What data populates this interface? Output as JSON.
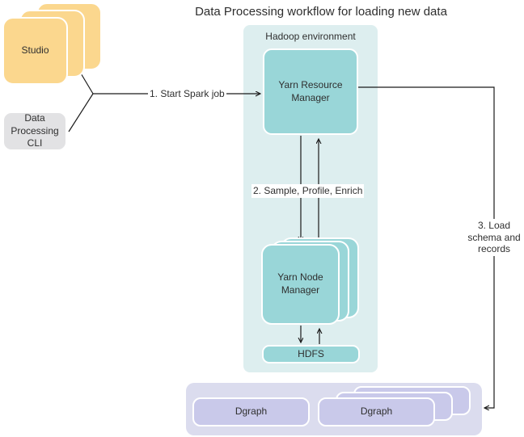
{
  "title": "Data Processing workflow for loading new data",
  "containers": {
    "hadoop": {
      "label": "Hadoop environment"
    },
    "dgraph_cluster": {
      "label": ""
    }
  },
  "nodes": {
    "studio": {
      "label": "Studio",
      "stacked": true
    },
    "cli": {
      "label": "Data Processing CLI"
    },
    "yarn_resource_manager": {
      "label": "Yarn Resource Manager"
    },
    "yarn_node_manager": {
      "label": "Yarn Node Manager",
      "stacked": true
    },
    "hdfs": {
      "label": "HDFS"
    },
    "dgraph_left": {
      "label": "Dgraph"
    },
    "dgraph_right": {
      "label": "Dgraph",
      "stacked": true
    }
  },
  "edges": {
    "start_spark_job": {
      "label": "1. Start Spark job",
      "from": "Studio / Data Processing CLI",
      "to": "Yarn Resource Manager"
    },
    "sample_profile_enrich": {
      "label": "2. Sample, Profile, Enrich",
      "from": "Yarn Resource Manager",
      "to": "Yarn Node Manager"
    },
    "load_schema_records": {
      "label": "3. Load schema and records",
      "from": "Yarn Resource Manager",
      "to": "Dgraph"
    },
    "yarn_nm_to_hdfs": {
      "label": "",
      "from": "Yarn Node Manager",
      "to": "HDFS"
    },
    "hdfs_to_yarn_nm": {
      "label": "",
      "from": "HDFS",
      "to": "Yarn Node Manager"
    }
  },
  "colors": {
    "studio-fill": "#fbd78e",
    "cli-fill": "#e2e2e4",
    "hadoop-fill": "#ddeeef",
    "teal-fill": "#99d6d8",
    "dgraph-container-fill": "#dbdcee",
    "dgraph-fill": "#c9c9ea",
    "line-color": "#1a1a1a",
    "text-color": "#2f2f2f"
  }
}
